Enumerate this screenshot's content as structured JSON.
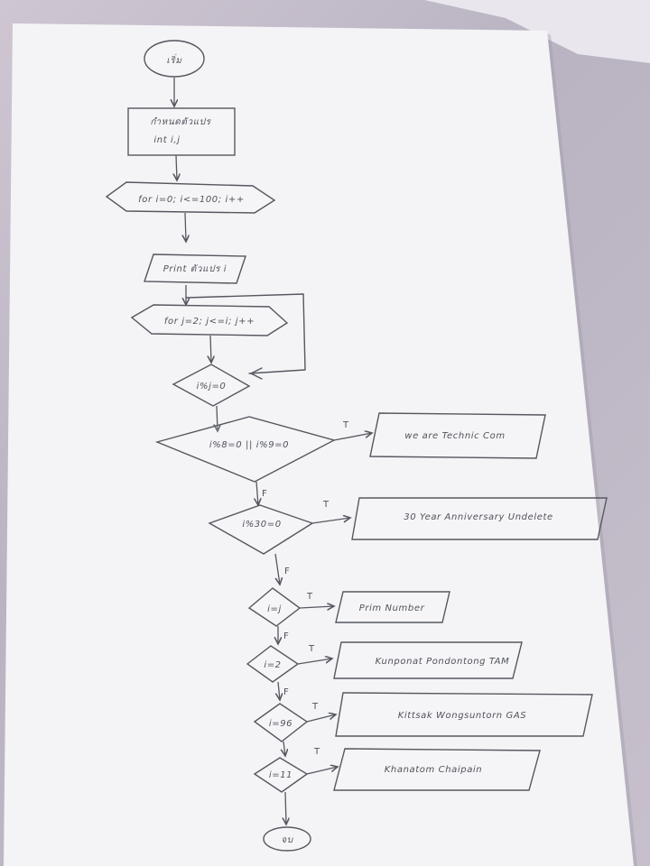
{
  "flowchart": {
    "start": "เริ่ม",
    "declare": [
      "กำหนดตัวแปร",
      "int i,j"
    ],
    "outer_loop": "for i=0; i<=100; i++",
    "print_i": "Print ตัวแปร i",
    "inner_loop": "for j=2; j<=i; j++",
    "mod_check": "i%j=0",
    "cond1": "i%8=0 || i%9=0",
    "cond1_output": "we are Technic Com",
    "cond2": "i%30=0",
    "cond2_output": "30 Year Anniversary Undelete",
    "cond3": "i=j",
    "cond3_output": "Prim Number",
    "cond4": "i=2",
    "cond4_output": "Kunponat Pondontong TAM",
    "cond5": "i=96",
    "cond5_output": "Kittsak Wongsuntorn GAS",
    "cond6": "i=11",
    "cond6_output": "Khanatom Chaipain",
    "end": "จบ",
    "true_label": "T",
    "false_label": "F"
  },
  "colors": {
    "ink": "#55585f",
    "paper": "#f4f4f7",
    "background": "#c4bdca"
  }
}
